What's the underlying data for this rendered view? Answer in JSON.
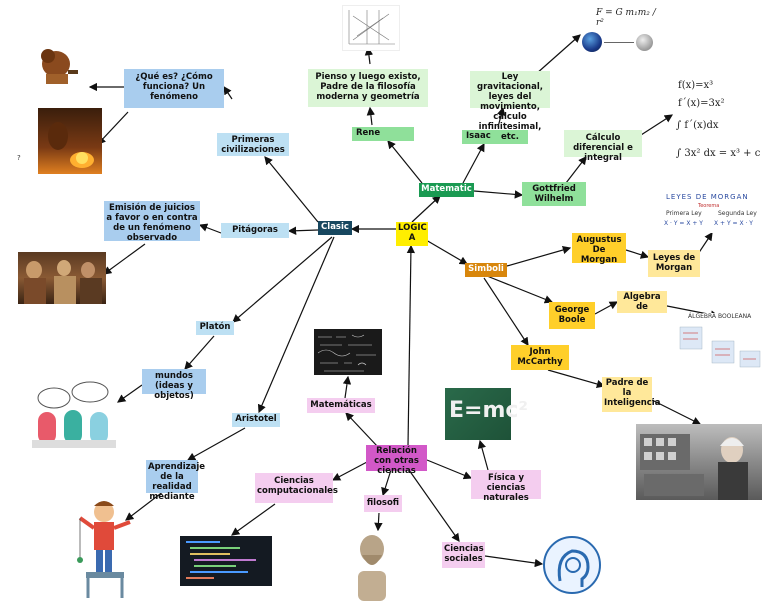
{
  "center": "LOGIC A",
  "matematic": {
    "label": "Matematic",
    "rene": "Rene",
    "rene_text": "Pienso y luego existo, Padre de la filosofía moderna y geometría",
    "isaac": "Isaac",
    "isaac_text": "Ley gravitacional, leyes del movimiento, cálculo infinitesimal, etc.",
    "gottfried": "Gottfried Wilhelm",
    "calculo": "Cálculo diferencial e integral",
    "gravity_formula": "F = G m₁m₂ / r²",
    "calculus_lines": [
      "f(x)=x³",
      "f´(x)=3x²",
      "∫ f´(x)dx",
      "∫ 3x² dx = x³ + c"
    ]
  },
  "clasic": {
    "label": "Clasic",
    "primeras": "Primeras civilizaciones",
    "que_es": "¿Qué es? ¿Cómo funciona? Un fenómeno",
    "pitagoras": "Pitágoras",
    "emision": "Emisión de juicios a favor o en contra de un fenómeno observado",
    "platon": "Platón",
    "mundos": "mundos (ideas y objetos)",
    "aristotel": "Aristotel",
    "aprendizaje": "Aprendizaje de la realidad mediante"
  },
  "simboli": {
    "label": "Simboli",
    "augustus": "Augustus De Morgan",
    "leyes": "Leyes de Morgan",
    "george": "George Boole",
    "algebra": "Algebra de",
    "john": "John McCarthy",
    "padre": "Padre de la Inteligencia",
    "de_morgan_title": "LEYES DE MORGAN",
    "de_morgan_sub": "Teorema",
    "de_morgan_l1": "Primera Ley",
    "de_morgan_l2": "Segunda Ley",
    "de_morgan_f1": "X · Y = X + Y",
    "de_morgan_f2": "X + Y = X · Y",
    "algebra_title": "ÁLGEBRA BOOLEANA"
  },
  "relacion": {
    "label": "Relación con otras ciencias",
    "matematicas": "Matemáticas",
    "ciencias_comp": "Ciencias computacionales",
    "filosofi": "filosofi",
    "ciencias_soc": "Ciencias sociales",
    "fisica": "Física y ciencias naturales",
    "emc2": "E=mc²"
  },
  "small_mark": "?",
  "colors": {
    "main_green": "#1a9a52",
    "yellow": "#ffee00",
    "navy": "#17475f",
    "orange_dark": "#d8860b",
    "magenta": "#d258c8",
    "light_blue": "#bde0f3"
  }
}
